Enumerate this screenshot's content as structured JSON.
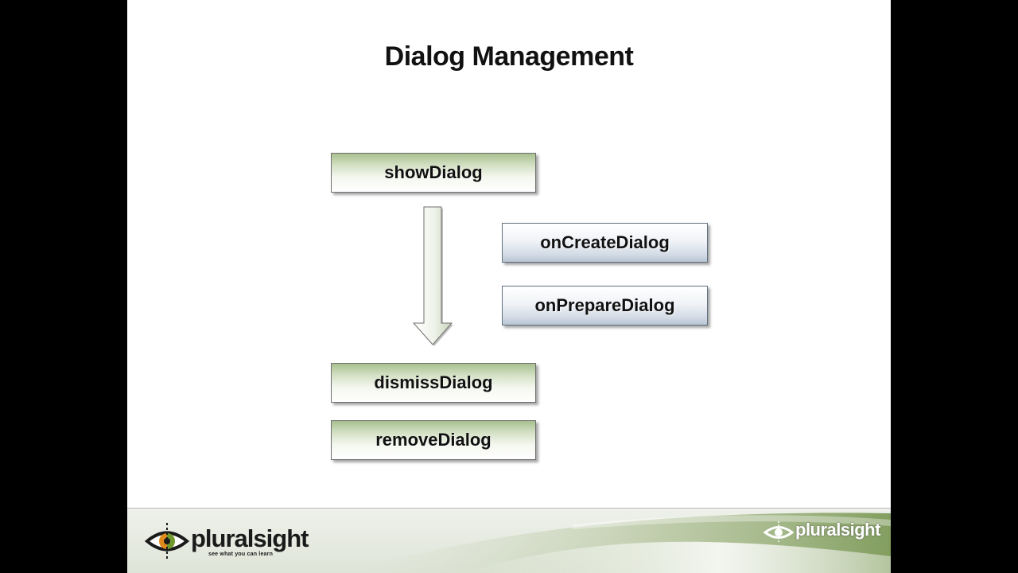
{
  "slide": {
    "title": "Dialog Management"
  },
  "diagram": {
    "boxes": {
      "show": "showDialog",
      "on_create": "onCreateDialog",
      "on_prepare": "onPrepareDialog",
      "dismiss": "dismissDialog",
      "remove": "removeDialog"
    }
  },
  "footer": {
    "brand_left": "pluralsight",
    "tagline": "see what you can learn",
    "brand_right": "pluralsight"
  },
  "colors": {
    "green_box_top": "#a8c08e",
    "blue_box_bottom": "#b9c5d3",
    "brand_orange": "#e08a1e",
    "brand_green": "#6f9a2f"
  }
}
